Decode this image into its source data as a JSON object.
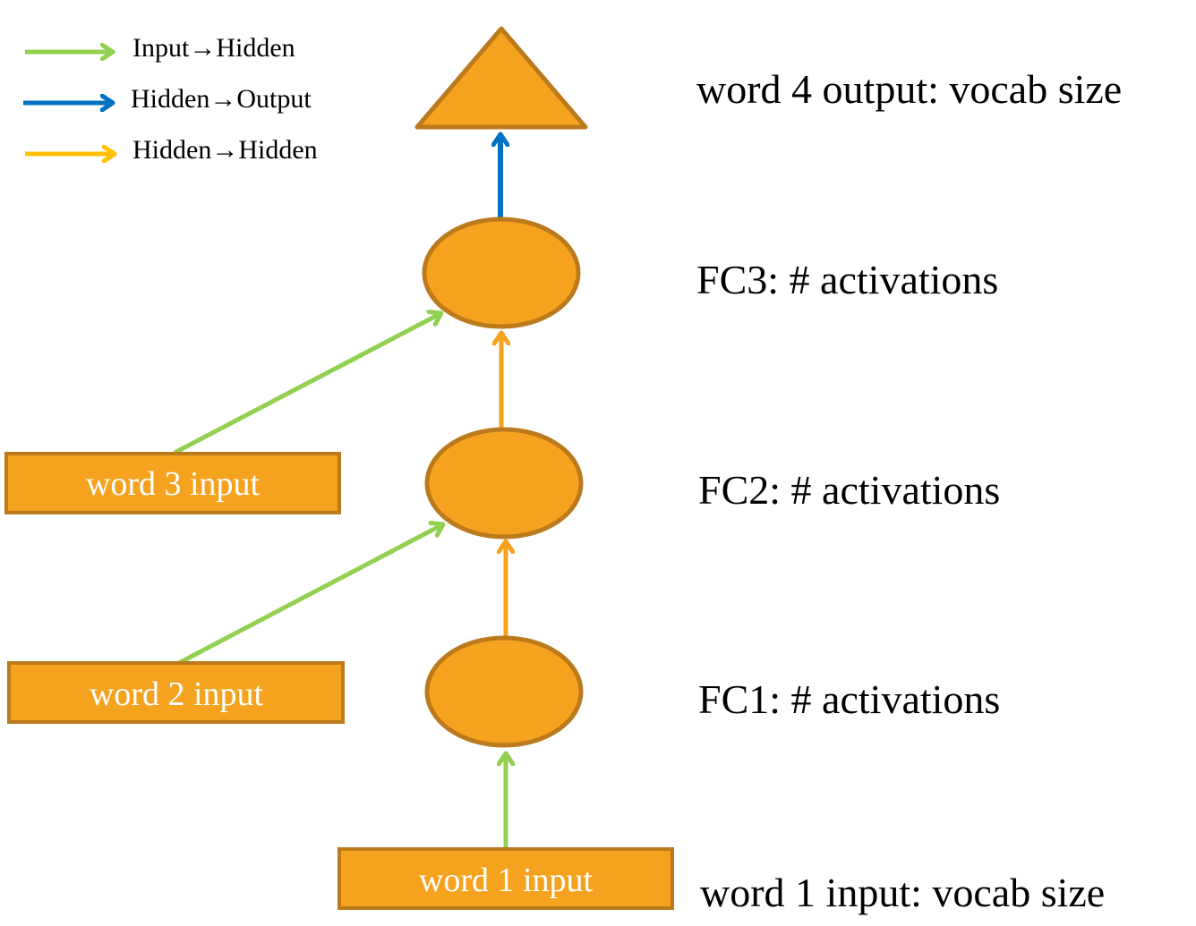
{
  "colors": {
    "node_fill": "#f5a31f",
    "node_stroke": "#bb7a1c",
    "input_to_hidden": "#92d050",
    "hidden_to_output": "#0070c0",
    "hidden_to_hidden": "#ffc000",
    "box_text": "#ffffff"
  },
  "legend": [
    {
      "label": "Input→Hidden",
      "color": "#92d050"
    },
    {
      "label": "Hidden→Output",
      "color": "#0070c0"
    },
    {
      "label": "Hidden→Hidden",
      "color": "#ffc000"
    }
  ],
  "layer_labels": {
    "output": "word 4 output: vocab size",
    "fc3": "FC3: # activations",
    "fc2": "FC2: # activations",
    "fc1": "FC1: # activations",
    "input": "word 1 input: vocab size"
  },
  "inputs": {
    "word1": "word 1 input",
    "word2": "word 2 input",
    "word3": "word 3 input"
  }
}
